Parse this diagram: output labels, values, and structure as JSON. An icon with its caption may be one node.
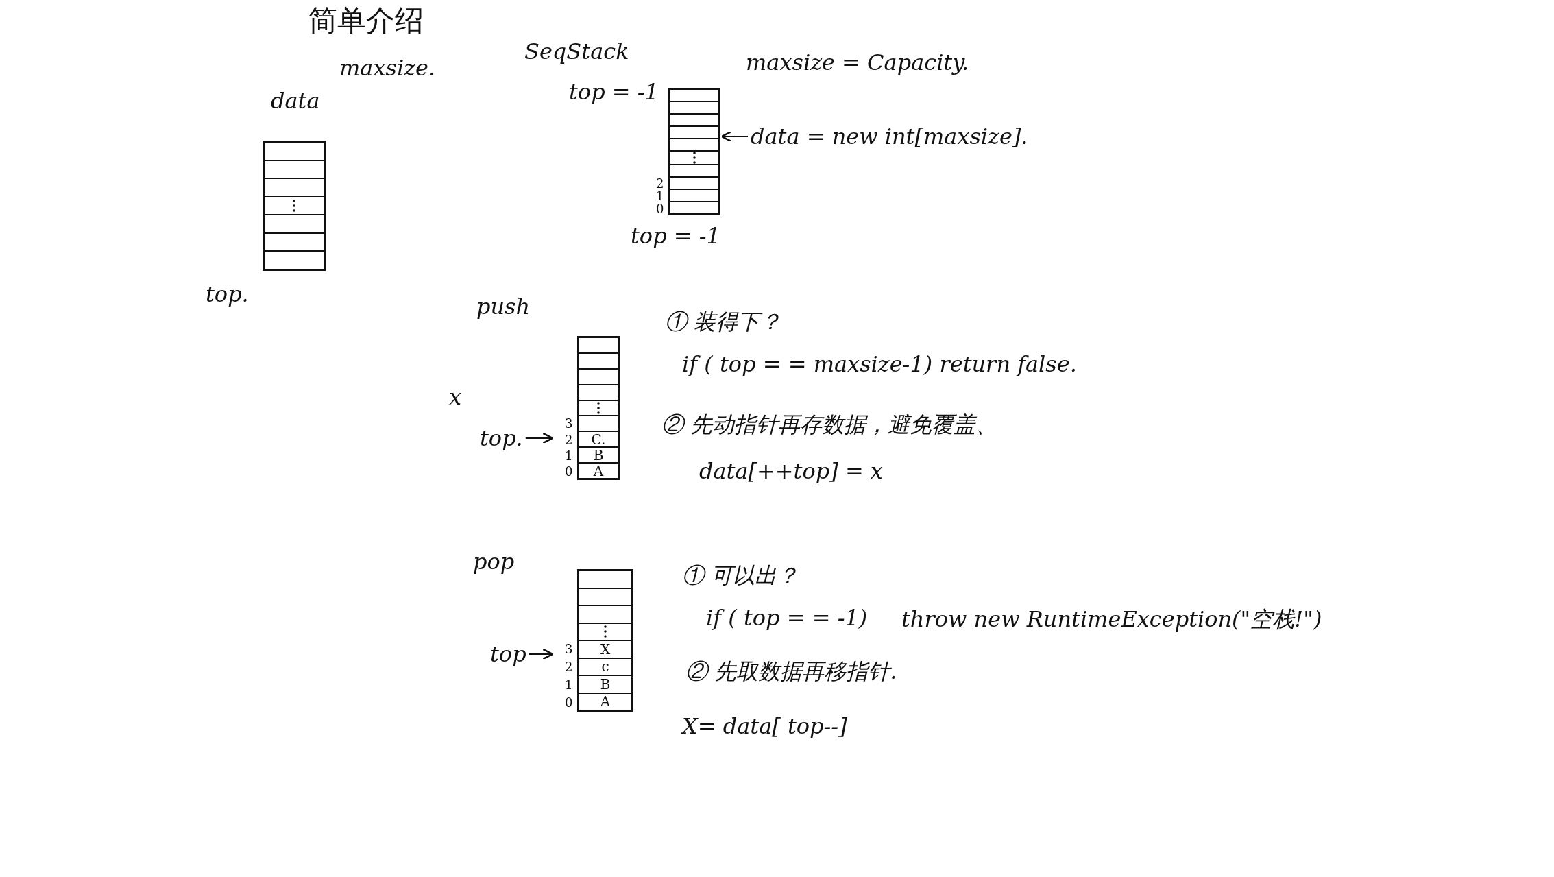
{
  "diagram": {
    "title": "简单介绍",
    "nodes": [
      {
        "text": [],
        "shape": "box"
      },
      {
        "text": [],
        "shape": "box",
        "beside": [
          "2",
          "1",
          "0"
        ]
      },
      {
        "text": [
          "data = new int[maxsize]."
        ]
      },
      {
        "text": [
          "C.",
          "B",
          "A"
        ],
        "beside": [
          "3",
          "2",
          "1",
          "0"
        ]
      },
      {
        "text": [
          "top."
        ]
      },
      {
        "text": [
          "X",
          "c",
          "B",
          "A"
        ],
        "beside": [
          "3",
          "2",
          "1",
          "0"
        ]
      },
      {
        "text": [
          "top"
        ]
      }
    ],
    "edges": [
      {
        "from": 2,
        "to": 1,
        "arrow": "to"
      },
      {
        "from": 4,
        "to": 3,
        "arrow": "to"
      },
      {
        "from": 6,
        "to": 5,
        "arrow": "to"
      }
    ],
    "labels": [
      "maxsize.",
      "data",
      "top.",
      "SeqStack",
      "top = -1",
      "maxsize = Capacity.",
      "top = -1",
      "push",
      "x",
      "① 装得下？",
      "if ( top = = maxsize-1) return false.",
      "② 先动指针再存数据，避免覆盖、",
      "data[++top] = x",
      "pop",
      "① 可以出？",
      "if ( top = = -1)",
      "throw new RuntimeException(\"空栈!\")",
      "② 先取数据再移指针.",
      "X= data[ top--]"
    ]
  }
}
